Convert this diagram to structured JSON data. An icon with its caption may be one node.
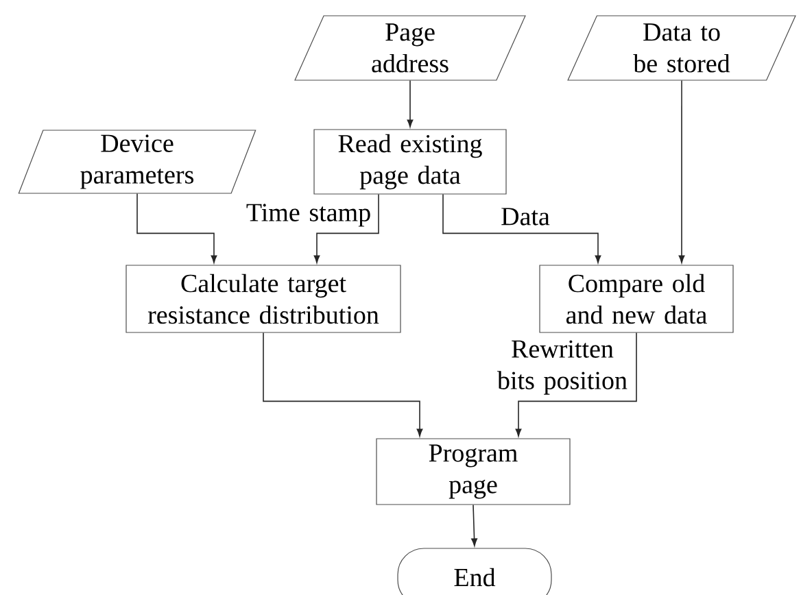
{
  "diagram": {
    "nodes": [
      {
        "text": [
          "Page address"
        ]
      },
      {
        "text": [
          "Data to be stored"
        ]
      },
      {
        "text": [
          "Device parameters"
        ]
      },
      {
        "text": [
          "Read existing page data"
        ]
      },
      {
        "text": [
          "Calculate target resistance distribution"
        ]
      },
      {
        "text": [
          "Compare old and new data"
        ]
      },
      {
        "text": [
          "Program page"
        ]
      },
      {
        "text": [
          "End"
        ]
      }
    ],
    "edges": [
      {
        "from": 0,
        "to": 3,
        "arrow": "to"
      },
      {
        "from": 1,
        "to": 5,
        "arrow": "to"
      },
      {
        "from": 2,
        "to": 4,
        "arrow": "to"
      },
      {
        "from": 3,
        "to": 4,
        "arrow": "to",
        "label": "Time stamp"
      },
      {
        "from": 3,
        "to": 5,
        "arrow": "to",
        "label": "Data"
      },
      {
        "from": 4,
        "to": 6,
        "arrow": "to"
      },
      {
        "from": 5,
        "to": 6,
        "arrow": "to",
        "label": "Rewritten bits position"
      },
      {
        "from": 6,
        "to": 7,
        "arrow": "to"
      }
    ]
  }
}
